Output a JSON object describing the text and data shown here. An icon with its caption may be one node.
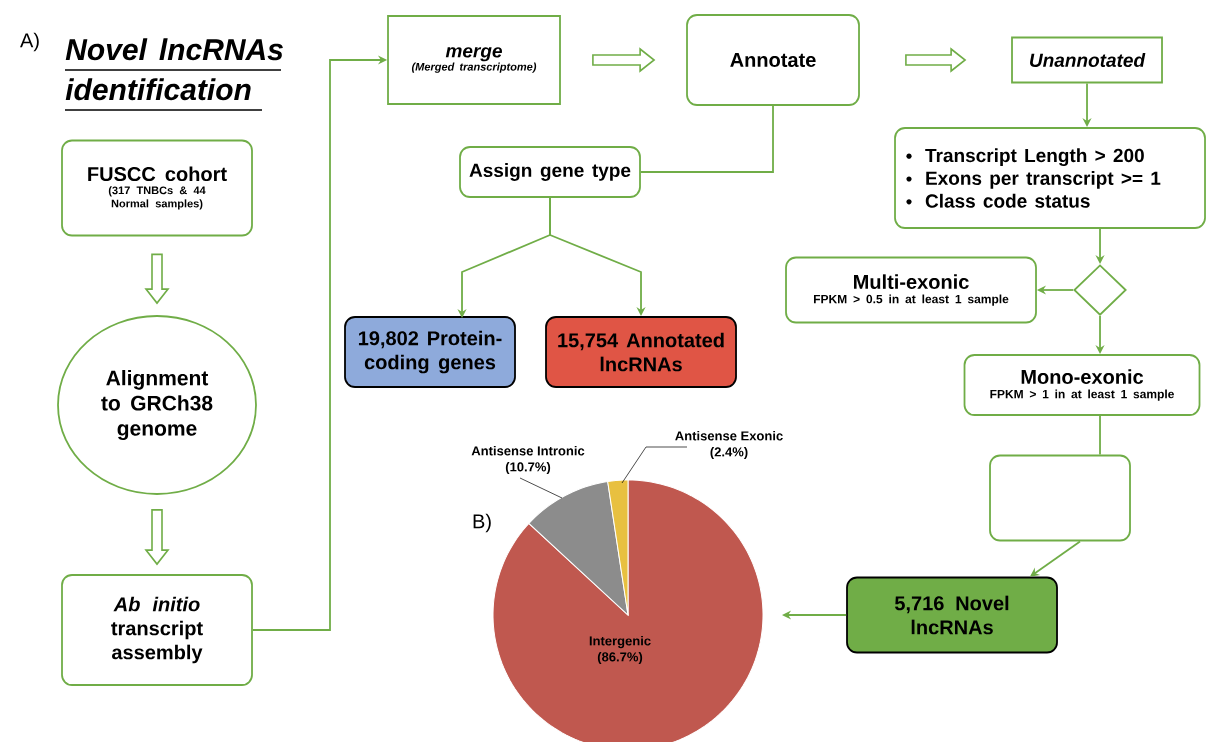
{
  "diagram": {
    "title": "Novel lncRNAs identification",
    "nodes": [
      {
        "text": [
          "FUSCC cohort",
          "(317 TNBCs & 44 Normal samples)"
        ]
      },
      {
        "text": [
          "Alignment to GRCh38 genome"
        ]
      },
      {
        "text": [
          "*Ab initio* transcript assembly"
        ]
      },
      {
        "text": [
          "merge",
          "(Merged transcriptome)"
        ]
      },
      {
        "text": [
          "Annotate"
        ]
      },
      {
        "text": [
          "Unannotated"
        ]
      },
      {
        "text": [
          "Assign gene type"
        ]
      },
      {
        "text": [
          "19,802 Protein-coding genes"
        ]
      },
      {
        "text": [
          "15,754 Annotated lncRNAs"
        ]
      },
      {
        "text": [
          "Transcript Length > 200",
          "Exons per transcript >= 1",
          "Class code status"
        ]
      },
      {
        "text": [
          "Multi-exonic",
          "FPKM > 0.5 in at least 1 sample"
        ]
      },
      {
        "text": [],
        "shape": "diamond"
      },
      {
        "text": [
          "Mono-exonic",
          "FPKM > 1 in at least 1 sample"
        ]
      },
      {
        "text": [],
        "shape": "box"
      },
      {
        "text": [
          "5,716 Novel lncRNAs"
        ]
      }
    ],
    "edges": [
      {
        "from": 0,
        "to": 1,
        "arrow": "to",
        "style": "thick"
      },
      {
        "from": 1,
        "to": 2,
        "arrow": "to",
        "style": "thick"
      },
      {
        "from": 2,
        "to": 3,
        "arrow": "to"
      },
      {
        "from": 3,
        "to": 4,
        "arrow": "to",
        "style": "thick"
      },
      {
        "from": 4,
        "to": 5,
        "arrow": "to",
        "style": "thick"
      },
      {
        "from": 4,
        "to": 6,
        "arrow": "none"
      },
      {
        "from": 6,
        "to": 7,
        "arrow": "to"
      },
      {
        "from": 6,
        "to": 8,
        "arrow": "to"
      },
      {
        "from": 5,
        "to": 9,
        "arrow": "to"
      },
      {
        "from": 9,
        "to": 11,
        "arrow": "to"
      },
      {
        "from": 11,
        "to": 10,
        "arrow": "to"
      },
      {
        "from": 11,
        "to": 12,
        "arrow": "to"
      },
      {
        "from": 12,
        "to": 13,
        "arrow": "none"
      },
      {
        "from": 13,
        "to": 14,
        "arrow": "to"
      },
      {
        "from": 14,
        "to": null,
        "arrow": "to"
      }
    ],
    "labels": [
      "A)",
      "B)"
    ],
    "chart_data": {
      "type": "pie",
      "categories": [
        "Intergenic",
        "Antisense Intronic",
        "Antisense Exonic"
      ],
      "values": [
        86.7,
        10.7,
        2.4
      ],
      "colors": [
        "#c0584f",
        "#8c8c8c",
        "#e8c040"
      ],
      "data_labels": true,
      "value_labels": [
        "(86.7%)",
        "(10.7%)",
        "(2.4%)"
      ]
    }
  }
}
